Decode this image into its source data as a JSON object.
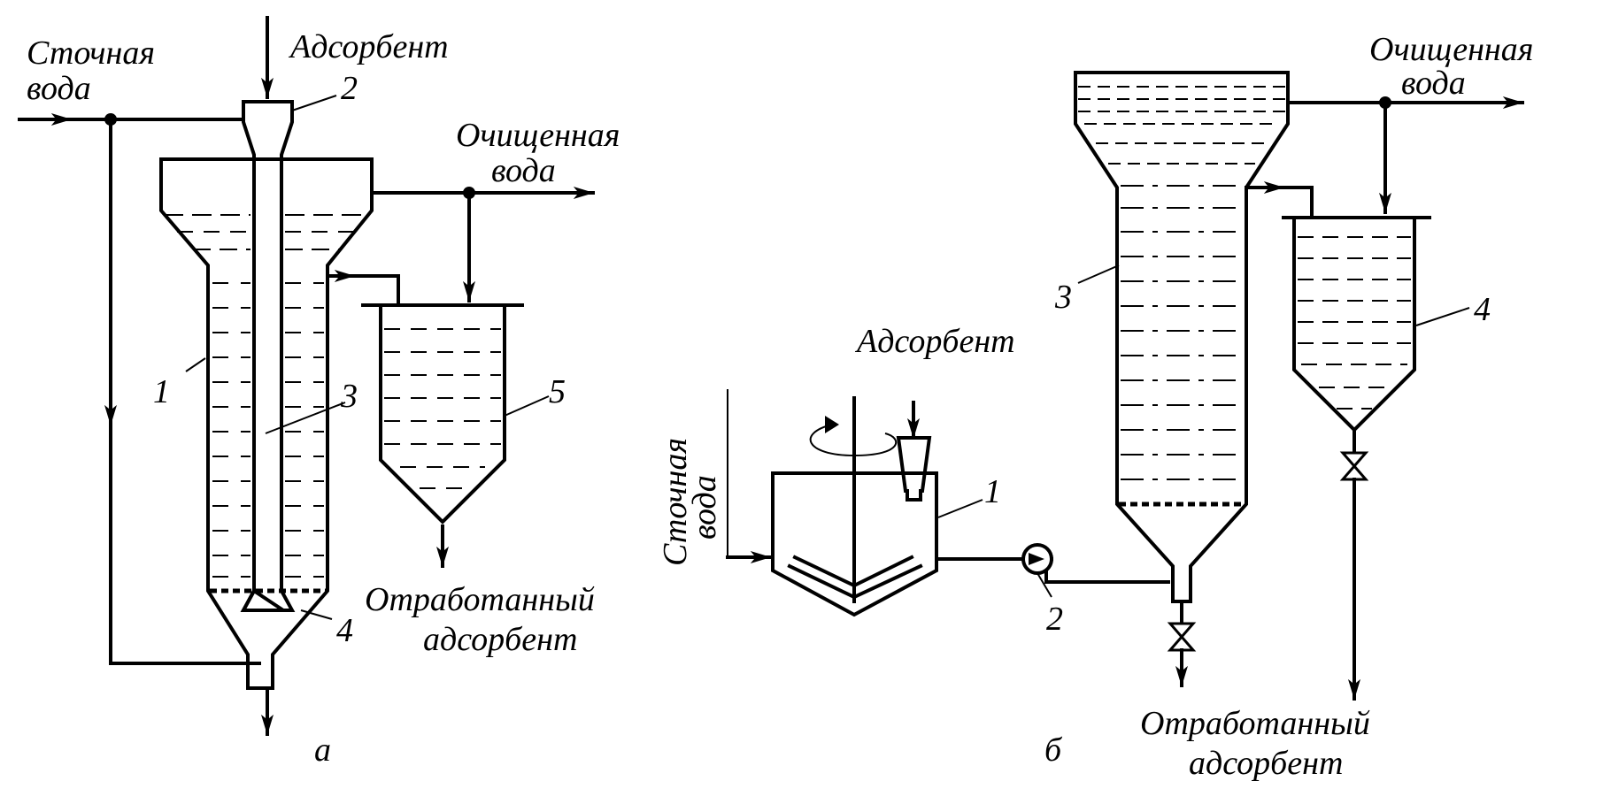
{
  "diagram_a": {
    "caption": "а",
    "labels": {
      "wastewater_line1": "Сточная",
      "wastewater_line2": "вода",
      "adsorbent": "Адсорбент",
      "clean_water_line1": "Очищенная",
      "clean_water_line2": "вода",
      "spent_adsorbent_line1": "Отработанный",
      "spent_adsorbent_line2": "адсорбент"
    },
    "numbers": {
      "n1": "1",
      "n2": "2",
      "n3": "3",
      "n4": "4",
      "n5": "5"
    }
  },
  "diagram_b": {
    "caption": "б",
    "labels": {
      "wastewater_line1": "Сточная",
      "wastewater_line2": "вода",
      "adsorbent": "Адсорбент",
      "clean_water_line1": "Очищенная",
      "clean_water_line2": "вода",
      "spent_adsorbent_line1": "Отработанный",
      "spent_adsorbent_line2": "адсорбент"
    },
    "numbers": {
      "n1": "1",
      "n2": "2",
      "n3": "3",
      "n4": "4"
    }
  }
}
